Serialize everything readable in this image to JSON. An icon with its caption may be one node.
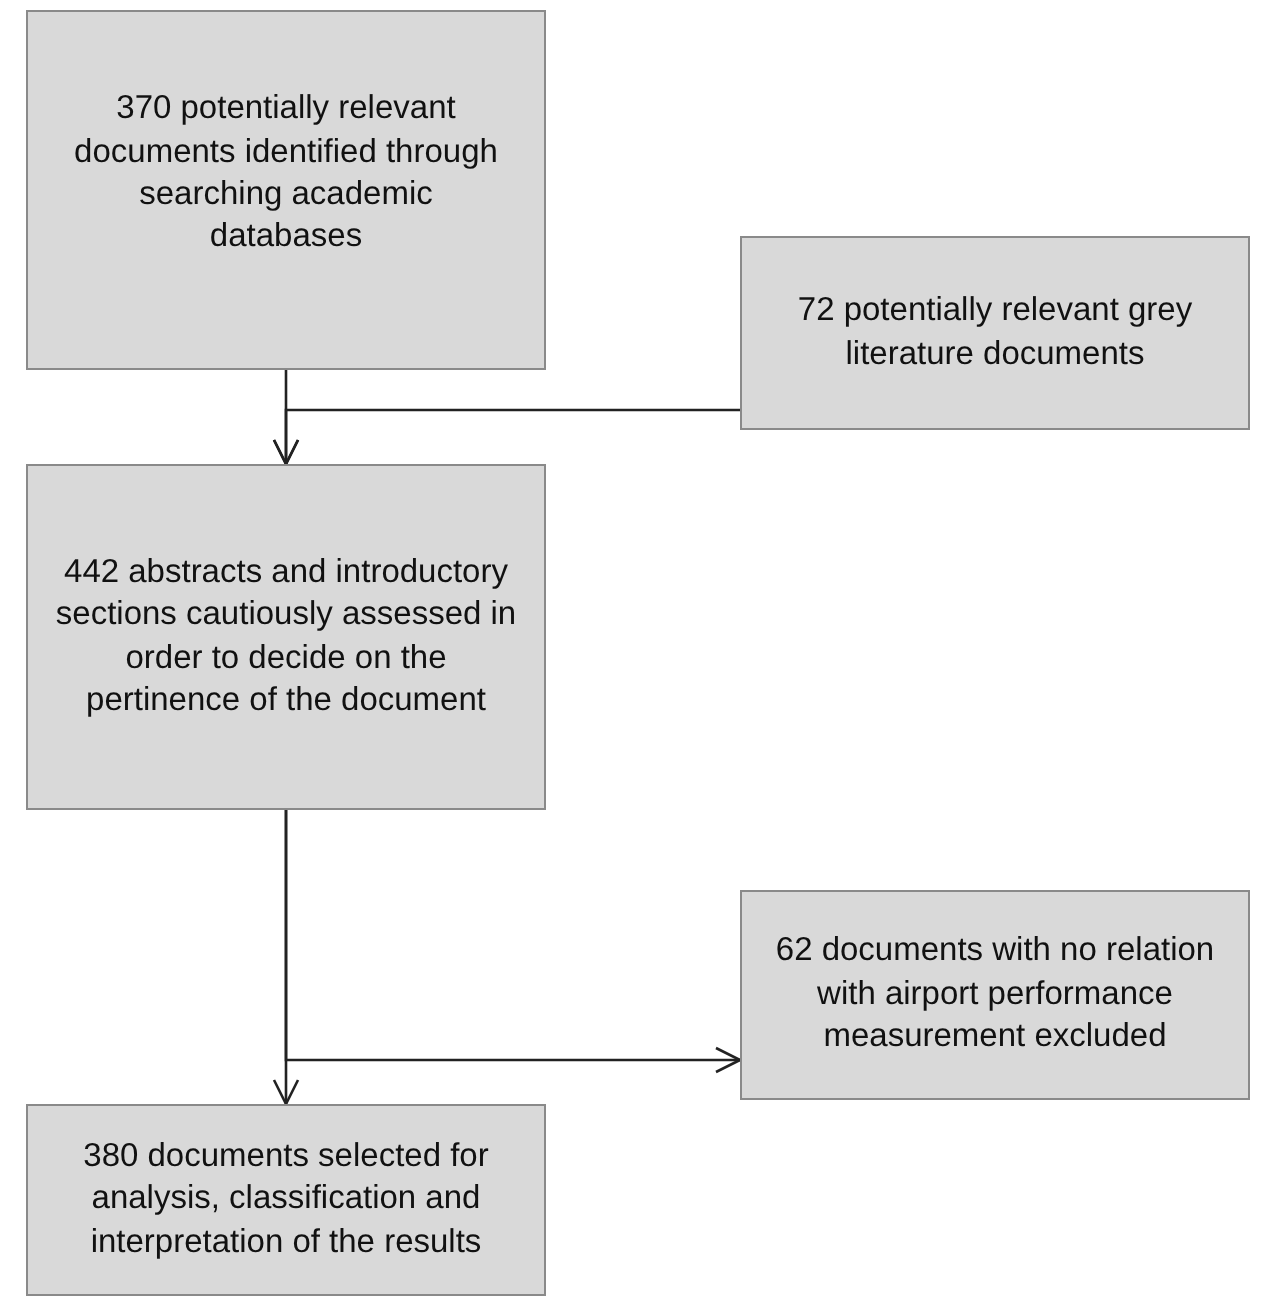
{
  "diagram": {
    "nodes": [
      {
        "text": [
          "370 potentially relevant documents identified through searching academic databases"
        ]
      },
      {
        "text": [
          "72 potentially relevant grey literature documents"
        ]
      },
      {
        "text": [
          "442 abstracts and introductory sections cautiously assessed in order to decide on the pertinence of the document"
        ]
      },
      {
        "text": [
          "62 documents with no relation with airport performance measurement excluded"
        ]
      },
      {
        "text": [
          "380 documents selected for analysis, classification and interpretation of the results"
        ]
      }
    ],
    "edges": [
      {
        "from": 0,
        "to": 2,
        "arrow": "to"
      },
      {
        "from": 1,
        "to": 2,
        "arrow": "to"
      },
      {
        "from": 2,
        "to": 4,
        "arrow": "to"
      },
      {
        "from": 2,
        "to": 3,
        "arrow": "to"
      }
    ]
  }
}
